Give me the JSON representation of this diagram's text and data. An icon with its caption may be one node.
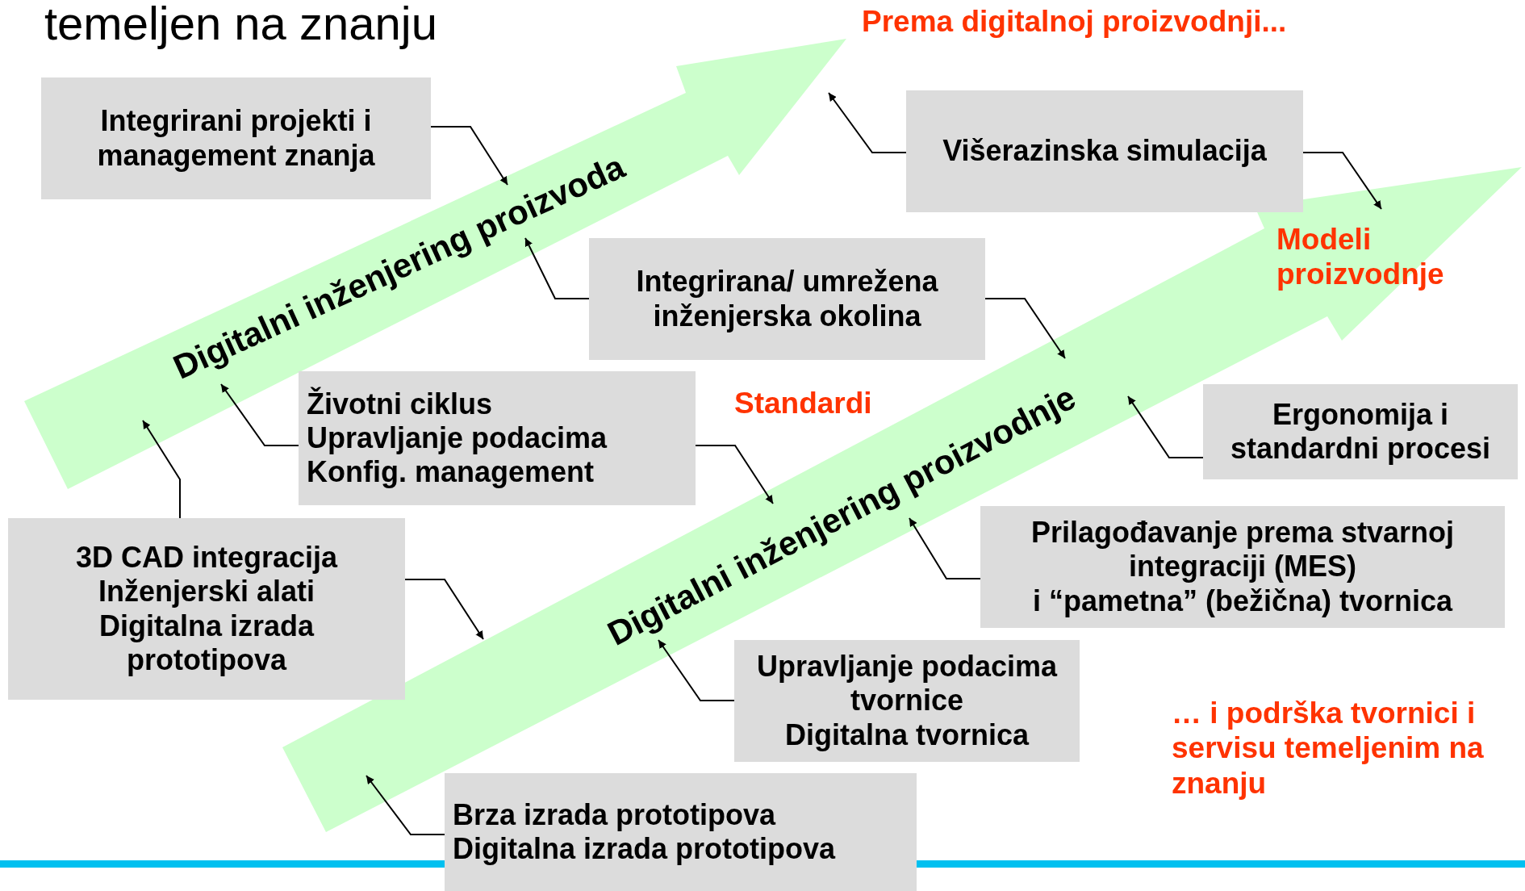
{
  "diagram": {
    "title": "temeljen na znanju",
    "nodes": [
      {
        "text": [
          "Integrirani projekti i management znanja"
        ]
      },
      {
        "text": [
          "Višerazinska simulacija"
        ]
      },
      {
        "text": [
          "Digitalni inženjering proizvoda"
        ]
      },
      {
        "text": [
          "Integrirana/ umrežena inženjerska okolina"
        ]
      },
      {
        "text": [
          "Digitalni inženjering proizvodnje"
        ]
      },
      {
        "text": [
          "Ergonomija i standardni procesi"
        ]
      },
      {
        "text": [
          "Životni ciklus",
          "Upravljanje podacima",
          "Konfig. management"
        ]
      },
      {
        "text": [
          "3D CAD integracija",
          "Inženjerski alati",
          "Digitalna izrada prototipova"
        ]
      },
      {
        "text": [
          "Prilagođavanje prema stvarnoj integraciji (MES)",
          "i “pametna” (bežična) tvornica"
        ]
      },
      {
        "text": [
          "Upravljanje podacima tvornice",
          "Digitalna tvornica"
        ]
      },
      {
        "text": [
          "Brza izrada prototipova",
          "Digitalna izrada prototipova"
        ]
      }
    ],
    "edges": [
      {
        "from": 0,
        "to": 2,
        "arrow": "to"
      },
      {
        "from": 1,
        "to": 2,
        "arrow": "to"
      },
      {
        "from": 1,
        "to": 4,
        "arrow": "to"
      },
      {
        "from": 3,
        "to": 2,
        "arrow": "to"
      },
      {
        "from": 3,
        "to": 4,
        "arrow": "to"
      },
      {
        "from": 5,
        "to": 4,
        "arrow": "to"
      },
      {
        "from": 6,
        "to": 2,
        "arrow": "to"
      },
      {
        "from": 6,
        "to": 4,
        "arrow": "to"
      },
      {
        "from": 7,
        "to": 2,
        "arrow": "to"
      },
      {
        "from": 7,
        "to": 4,
        "arrow": "to"
      },
      {
        "from": 8,
        "to": 4,
        "arrow": "to"
      },
      {
        "from": 9,
        "to": 4,
        "arrow": "to"
      },
      {
        "from": 10,
        "to": 4,
        "arrow": "to"
      }
    ],
    "labels": [
      "Prema digitalnoj proizvodnji...",
      "Modeli proizvodnje",
      "Standardi",
      "… i podrška tvornici i servisu temeljenim na znanju"
    ]
  }
}
